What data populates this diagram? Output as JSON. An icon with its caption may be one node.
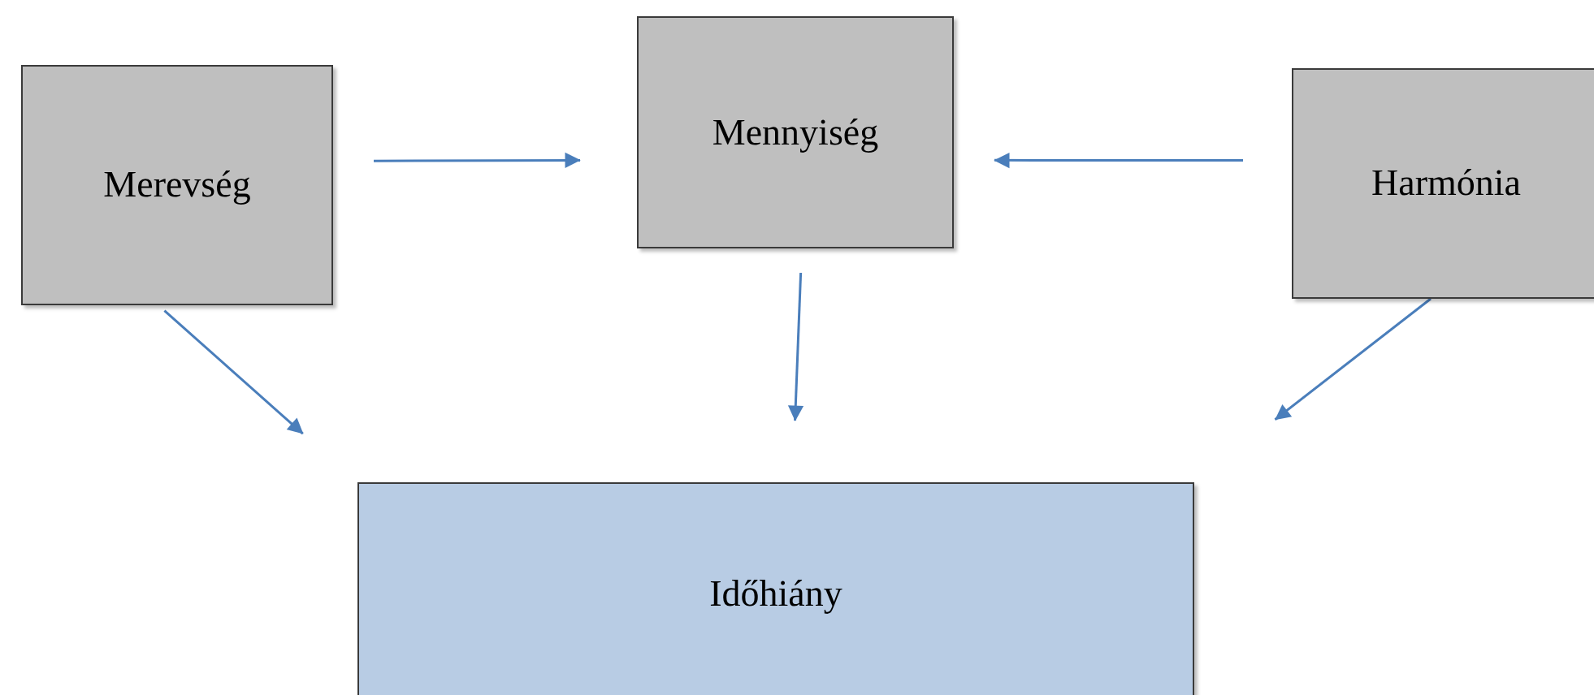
{
  "diagram": {
    "nodes": [
      {
        "text": [
          "Merevség"
        ]
      },
      {
        "text": [
          "Mennyiség"
        ]
      },
      {
        "text": [
          "Harmónia"
        ]
      },
      {
        "text": [
          "Időhiány"
        ]
      }
    ],
    "edges": [
      {
        "from": 0,
        "to": 1,
        "arrow": "to"
      },
      {
        "from": 2,
        "to": 1,
        "arrow": "to"
      },
      {
        "from": 1,
        "to": 3,
        "arrow": "to"
      },
      {
        "from": 0,
        "to": 3,
        "arrow": "to"
      },
      {
        "from": 2,
        "to": 3,
        "arrow": "to"
      }
    ]
  }
}
